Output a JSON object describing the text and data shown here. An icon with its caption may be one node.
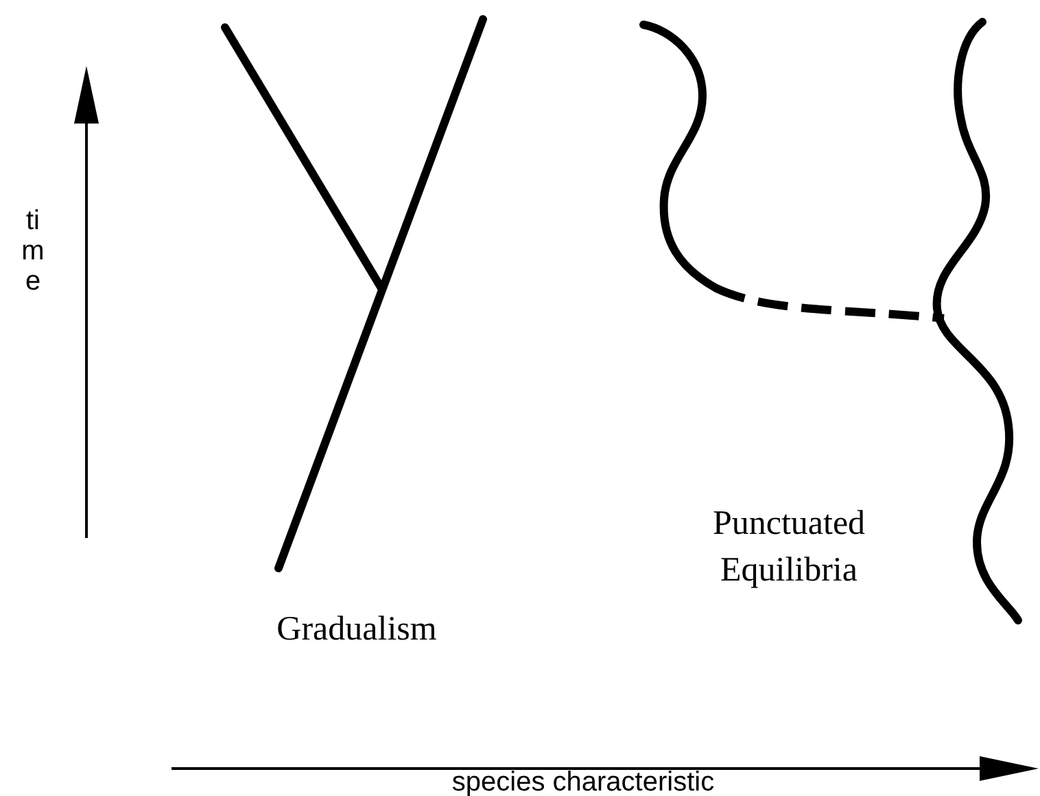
{
  "diagram": {
    "labels": [
      "time",
      "Gradualism",
      "Punctuated Equilibria",
      "species characteristic"
    ]
  }
}
